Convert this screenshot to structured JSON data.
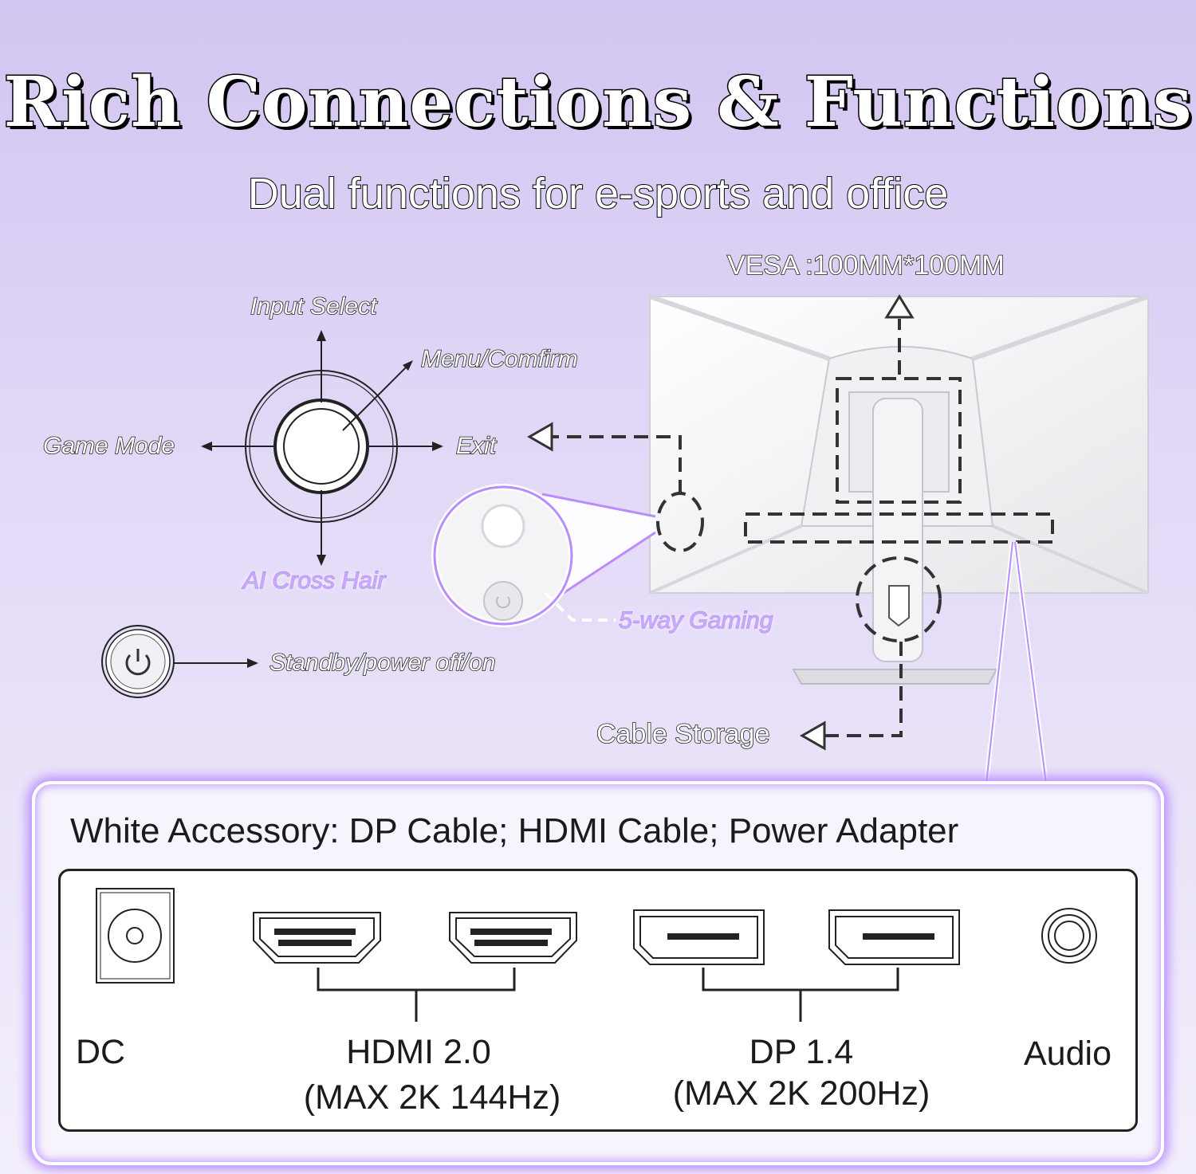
{
  "title": "Rich Connections & Functions",
  "subtitle": "Dual functions for e-sports and office",
  "vesa": "VESA :100MM*100MM",
  "joystick": {
    "up": "Input Select",
    "diag": "Menu/Comfirm",
    "left": "Game Mode",
    "right": "Exit",
    "down": "AI Cross Hair"
  },
  "power": "Standby/power off/on",
  "gaming": "5-way Gaming",
  "cable_storage": "Cable Storage",
  "accessory": "White Accessory: DP Cable; HDMI Cable; Power Adapter",
  "ports": {
    "dc": "DC",
    "hdmi": "HDMI 2.0",
    "hdmi_spec": "(MAX 2K 144Hz)",
    "dp": "DP 1.4",
    "dp_spec": "(MAX 2K 200Hz)",
    "audio": "Audio"
  },
  "colors": {
    "accent": "#b98cff",
    "background": "#d2c5f1"
  }
}
